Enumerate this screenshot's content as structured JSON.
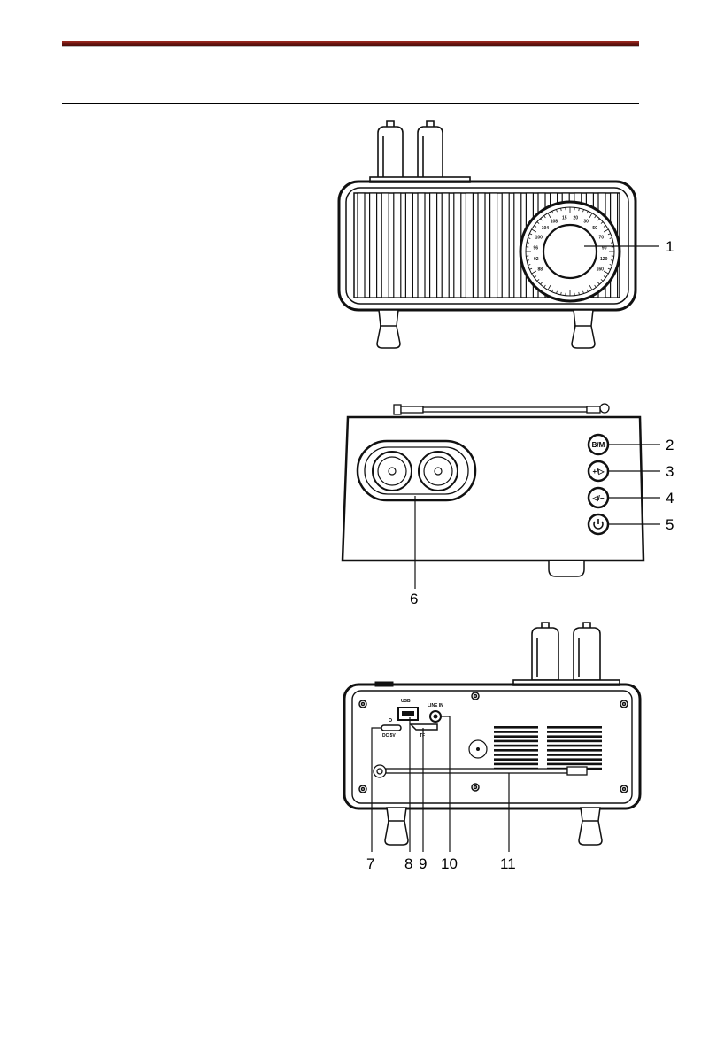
{
  "figures": {
    "front": {
      "callouts": [
        {
          "number": "1"
        }
      ],
      "dial_labels": [
        "88",
        "92",
        "96",
        "100",
        "104",
        "108",
        "15",
        "20",
        "30",
        "50",
        "70",
        "90",
        "120",
        "160"
      ]
    },
    "top": {
      "callouts": [
        {
          "number": "2"
        },
        {
          "number": "3"
        },
        {
          "number": "4"
        },
        {
          "number": "5"
        },
        {
          "number": "6"
        }
      ],
      "button_glyphs": [
        "B/M",
        "+/▷",
        "◁/−",
        "⏻"
      ]
    },
    "back": {
      "callouts": [
        {
          "number": "7"
        },
        {
          "number": "8"
        },
        {
          "number": "9"
        },
        {
          "number": "10"
        },
        {
          "number": "11"
        }
      ],
      "port_labels": {
        "usb": "USB",
        "line_in": "LINE IN",
        "dc": "DC 5V",
        "tf": "TF"
      }
    }
  },
  "colors": {
    "header_bar": "#6b1410",
    "line_art": "#111111"
  }
}
